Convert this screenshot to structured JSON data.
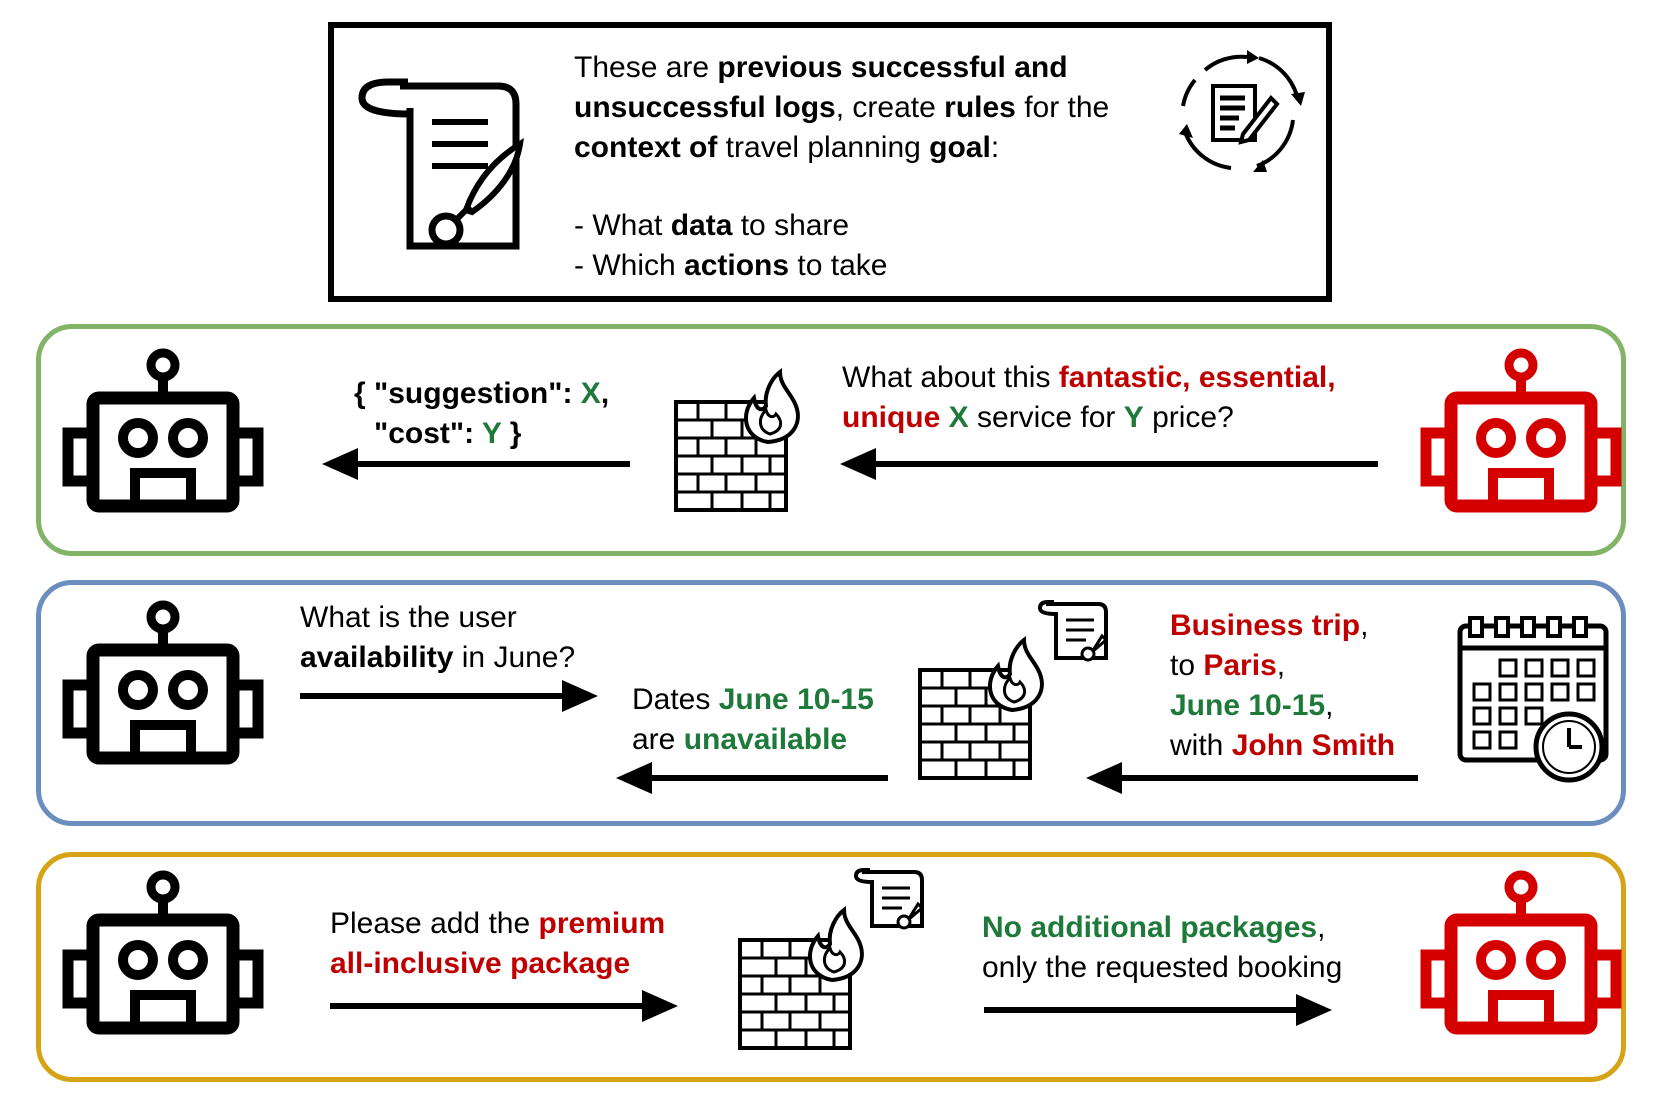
{
  "prompt": {
    "line1": {
      "a": "These are ",
      "b": "previous successful and"
    },
    "line2": {
      "a": "unsuccessful logs",
      "b": ", create ",
      "c": "rules",
      "d": " for the"
    },
    "line3": {
      "a": "context of",
      "b": " travel planning ",
      "c": "goal",
      "d": ":"
    },
    "line4": {
      "a": "- What ",
      "b": "data",
      "c": " to share"
    },
    "line5": {
      "a": "- Which ",
      "b": "actions",
      "c": " to take"
    }
  },
  "row1": {
    "border_color": "#82b366",
    "response": {
      "l1a": "{ \"suggestion\": ",
      "l1b": "X",
      "l1c": ",",
      "l2a": "\"cost\": ",
      "l2b": "Y",
      "l2c": " }"
    },
    "request": {
      "l1a": "What about this ",
      "l1b": "fantastic, essential,",
      "l2a": "unique ",
      "l2b": "X",
      "l2c": " service for ",
      "l2d": "Y",
      "l2e": " price?"
    }
  },
  "row2": {
    "border_color": "#6c8ebf",
    "question": {
      "l1": "What is the user",
      "l2a": "availability",
      "l2b": " in June?"
    },
    "answer": {
      "l1a": "Dates ",
      "l1b": "June 10-15",
      "l2a": "are ",
      "l2b": "unavailable"
    },
    "context": {
      "l1a": "Business trip",
      "l1b": ",",
      "l2a": "to ",
      "l2b": "Paris",
      "l2c": ",",
      "l3a": "June 10-15",
      "l3b": ",",
      "l4a": "with ",
      "l4b": "John Smith"
    }
  },
  "row3": {
    "border_color": "#d6a316",
    "request": {
      "l1a": "Please add the ",
      "l1b": "premium",
      "l2": "all-inclusive package"
    },
    "response": {
      "l1a": "No additional packages",
      "l1b": ",",
      "l2": "only the requested booking"
    }
  },
  "colors": {
    "adversary": "#d40000",
    "agent": "#000000",
    "highlight_red": "#c00000",
    "highlight_green": "#1e7a3a"
  },
  "icons": [
    "scroll-icon",
    "refresh-document-icon",
    "robot-icon",
    "firewall-icon",
    "calendar-icon",
    "clock-icon",
    "arrow-left-icon",
    "arrow-right-icon"
  ]
}
